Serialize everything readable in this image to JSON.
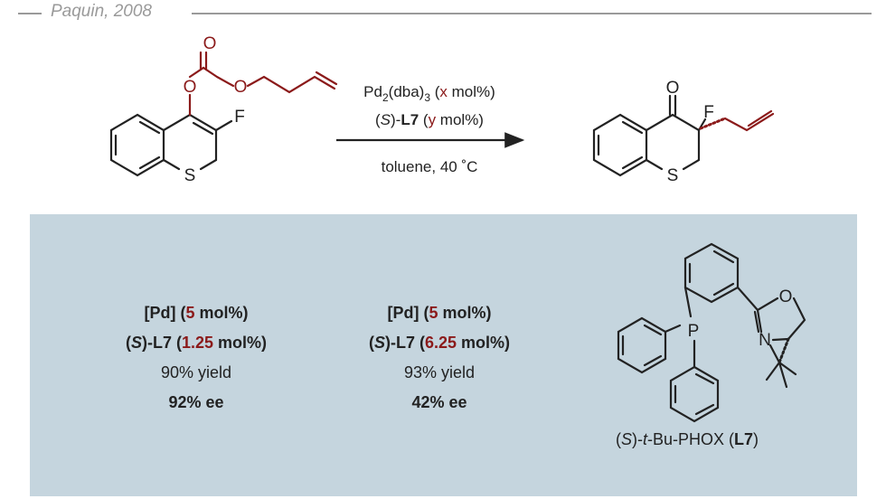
{
  "header": {
    "citation": "Paquin, 2008"
  },
  "reaction": {
    "sm_atoms": {
      "o_carbonyl": "O",
      "o_enol": "O",
      "o_allyl": "O",
      "f": "F",
      "s": "S"
    },
    "product_atoms": {
      "o": "O",
      "f": "F",
      "s": "S"
    },
    "conditions": {
      "line1_pre": "Pd",
      "line1_sub2": "2",
      "line1_mid": "(dba)",
      "line1_sub3": "3",
      "line1_open": " (",
      "line1_x": "x",
      "line1_close": " mol%)",
      "line2_open": "(",
      "line2_s": "S",
      "line2_dash": ")-",
      "line2_ligand": "L7",
      "line2_space": "  (",
      "line2_y": "y",
      "line2_close": " mol%)",
      "line3": "toluene, 40 ˚C"
    }
  },
  "results": [
    {
      "pd_label": "[Pd] (",
      "pd_value": "5",
      "pd_unit": " mol%)",
      "ligand_open": "(",
      "ligand_s": "S",
      "ligand_rest": ")-L7 (",
      "ligand_value": "1.25",
      "ligand_unit": " mol%)",
      "yield": "90% yield",
      "ee": "92% ee"
    },
    {
      "pd_label": "[Pd] (",
      "pd_value": "5",
      "pd_unit": " mol%)",
      "ligand_open": "(",
      "ligand_s": "S",
      "ligand_rest": ")-L7 (",
      "ligand_value": "6.25",
      "ligand_unit": " mol%)",
      "yield": "93% yield",
      "ee": "42% ee"
    }
  ],
  "ligand": {
    "atoms": {
      "p": "P",
      "o": "O",
      "n": "N"
    },
    "caption_open": "(",
    "caption_s": "S",
    "caption_mid": ")-",
    "caption_t": "t",
    "caption_rest": "-Bu-PHOX (",
    "caption_bold": "L7",
    "caption_close": ")"
  },
  "colors": {
    "accent": "#8b1a1a",
    "panel": "#c5d5de",
    "rule": "#9a9a9a",
    "ink": "#222222"
  }
}
